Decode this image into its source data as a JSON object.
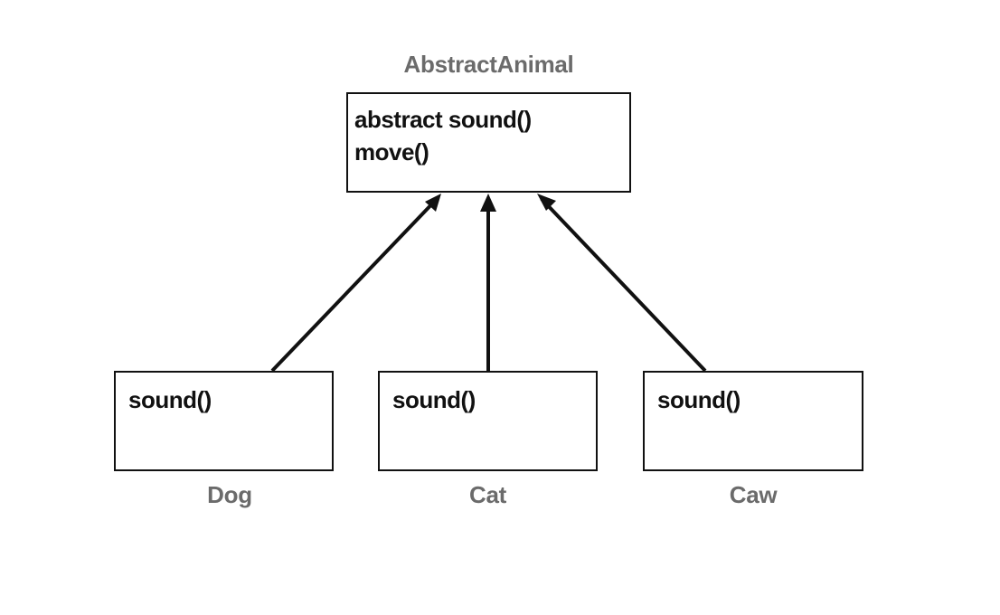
{
  "parent": {
    "name": "AbstractAnimal",
    "methods": [
      "abstract sound()",
      "move()"
    ]
  },
  "children": [
    {
      "name": "Dog",
      "methods": [
        "sound()"
      ]
    },
    {
      "name": "Cat",
      "methods": [
        "sound()"
      ]
    },
    {
      "name": "Caw",
      "methods": [
        "sound()"
      ]
    }
  ],
  "relations": [
    {
      "from": "Dog",
      "to": "AbstractAnimal",
      "type": "inheritance"
    },
    {
      "from": "Cat",
      "to": "AbstractAnimal",
      "type": "inheritance"
    },
    {
      "from": "Caw",
      "to": "AbstractAnimal",
      "type": "inheritance"
    }
  ],
  "colors": {
    "line": "#111111",
    "label": "#6b6b6b",
    "background": "#ffffff"
  }
}
